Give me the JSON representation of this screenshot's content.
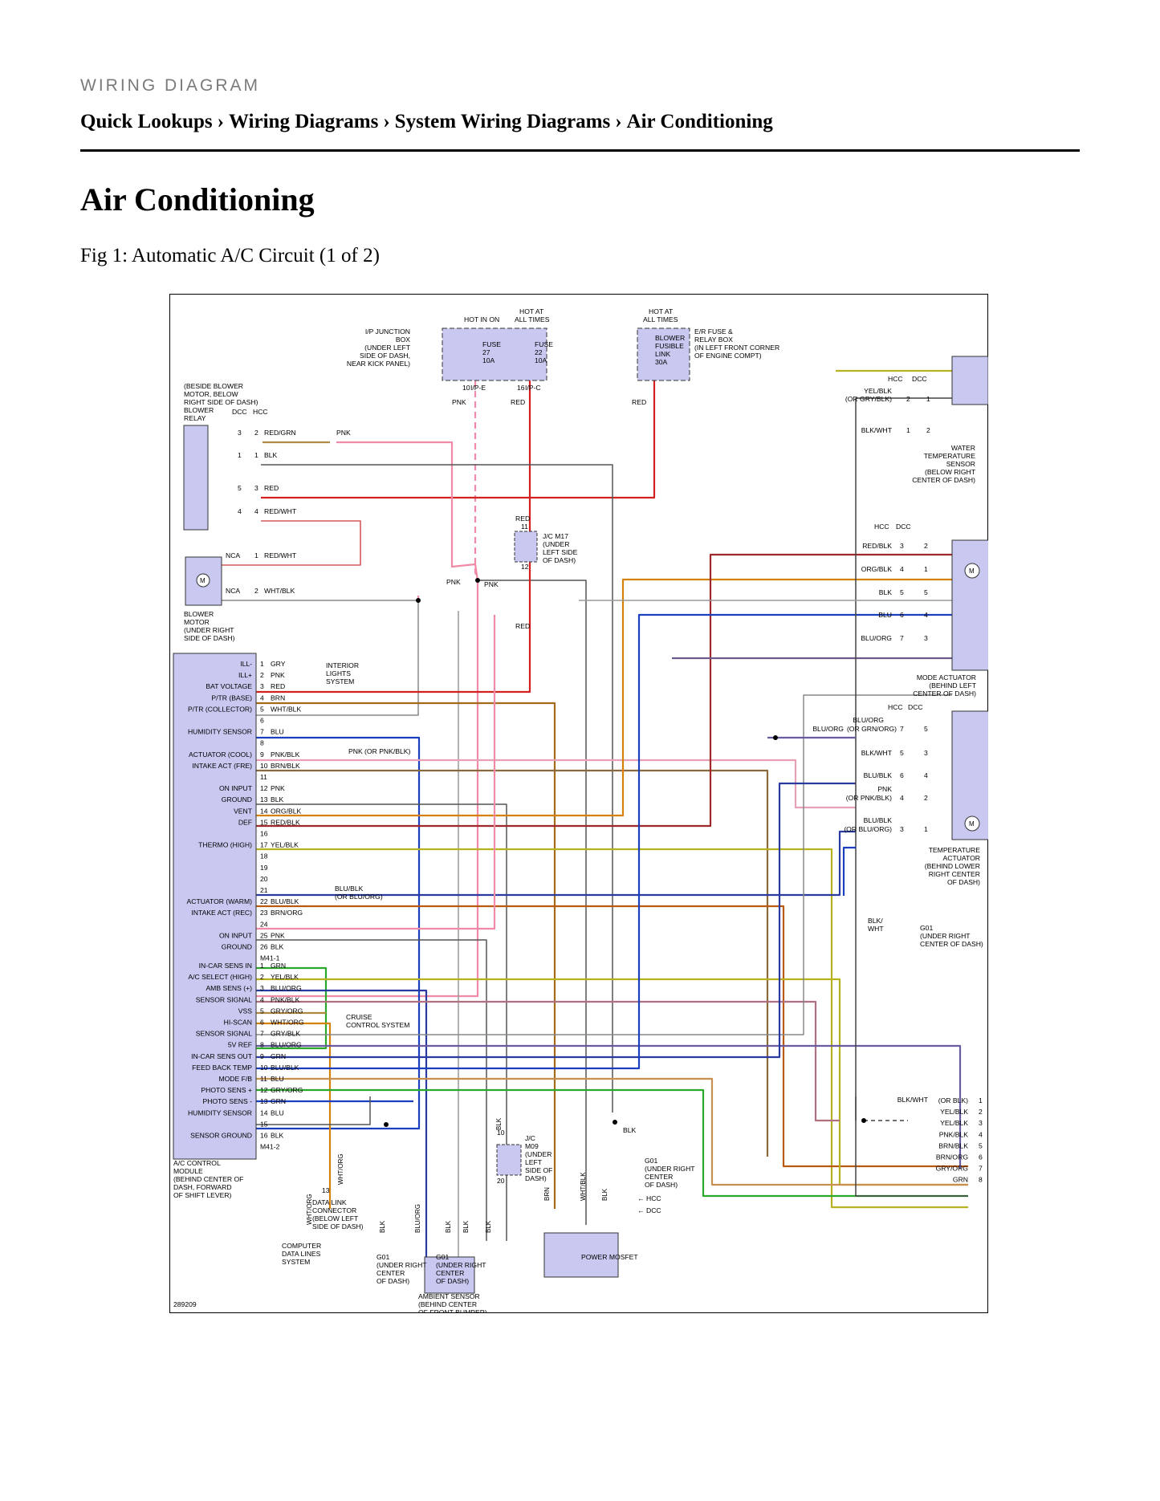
{
  "header": {
    "section": "WIRING DIAGRAM",
    "breadcrumb": [
      "Quick Lookups",
      "Wiring Diagrams",
      "System Wiring Diagrams",
      "Air Conditioning"
    ]
  },
  "page_title": "Air Conditioning",
  "figure": {
    "caption": "Fig 1: Automatic A/C Circuit (1 of 2)",
    "id": "289209"
  },
  "diagram": {
    "power_sources": {
      "hot_in_on": "HOT IN ON",
      "hot_at_all_times_1": [
        "HOT AT",
        "ALL TIMES"
      ],
      "hot_at_all_times_2": [
        "HOT AT",
        "ALL TIMES"
      ],
      "ip_junction_box": [
        "I/P JUNCTION",
        "BOX",
        "(UNDER LEFT",
        "SIDE OF DASH,",
        "NEAR KICK PANEL)"
      ],
      "fuse27": [
        "FUSE",
        "27",
        "10A"
      ],
      "fuse22": [
        "FUSE",
        "22",
        "10A"
      ],
      "blower_link": [
        "BLOWER",
        "FUSIBLE",
        "LINK",
        "30A"
      ],
      "er_box": [
        "E/R FUSE &",
        "RELAY BOX",
        "(IN LEFT FRONT CORNER",
        "OF ENGINE COMPT)"
      ],
      "conn_ipe": [
        "10",
        "I/P-E"
      ],
      "conn_ipc": [
        "16",
        "I/P-C"
      ]
    },
    "blower_relay": [
      "(BESIDE BLOWER",
      "MOTOR, BELOW",
      "RIGHT SIDE OF DASH)",
      "BLOWER",
      "RELAY"
    ],
    "blower_motor": [
      "BLOWER",
      "MOTOR",
      "(UNDER RIGHT",
      "SIDE OF DASH)"
    ],
    "jc_m17": [
      "J/C M17",
      "(UNDER",
      "LEFT SIDE",
      "OF DASH)"
    ],
    "interior_lights": [
      "INTERIOR",
      "LIGHTS",
      "SYSTEM"
    ],
    "cruise": [
      "CRUISE",
      "CONTROL SYSTEM"
    ],
    "water_temp_sensor": [
      "WATER",
      "TEMPERATURE",
      "SENSOR",
      "(BELOW RIGHT",
      "CENTER OF DASH)"
    ],
    "mode_actuator": [
      "MODE ACTUATOR",
      "(BEHIND LEFT",
      "CENTER OF DASH)"
    ],
    "temp_actuator": [
      "TEMPERATURE",
      "ACTUATOR",
      "(BEHIND LOWER",
      "RIGHT CENTER",
      "OF DASH)"
    ],
    "ac_module": [
      "A/C CONTROL",
      "MODULE",
      "(BEHIND CENTER OF",
      "DASH, FORWARD",
      "OF SHIFT LEVER)"
    ],
    "jc_m09": [
      "J/C",
      "M09",
      "(UNDER",
      "LEFT",
      "SIDE OF",
      "DASH)"
    ],
    "dlc": [
      "DATA LINK",
      "CONNECTOR",
      "(BELOW LEFT",
      "SIDE OF DASH)"
    ],
    "computer_lines": [
      "COMPUTER",
      "DATA LINES",
      "SYSTEM"
    ],
    "ambient_sensor": [
      "AMBIENT SENSOR",
      "(BEHIND CENTER",
      "OF FRONT BUMPER)"
    ],
    "power_mosfet": "POWER MOSFET",
    "g01_center": [
      "G01",
      "(UNDER RIGHT",
      "CENTER",
      "OF DASH)"
    ],
    "g01_right": [
      "G01",
      "(UNDER RIGHT",
      "CENTER OF DASH)"
    ],
    "g01_mid": [
      "G01",
      "(UNDER RIGHT",
      "CENTER",
      "OF DASH)"
    ],
    "g01_low": [
      "G01",
      "(UNDER RIGHT",
      "CENTER",
      "OF DASH)"
    ],
    "m41_1_pins": [
      "ILL-",
      "ILL+",
      "BAT VOLTAGE",
      "P/TR (BASE)",
      "P/TR (COLLECTOR)",
      "",
      "HUMIDITY SENSOR",
      "",
      "ACTUATOR (COOL)",
      "INTAKE ACT (FRE)",
      "",
      "ON INPUT",
      "GROUND",
      "VENT",
      "DEF",
      "",
      "THERMO (HIGH)",
      "",
      "",
      "",
      "",
      "ACTUATOR (WARM)",
      "INTAKE ACT (REC)",
      "",
      "ON INPUT",
      "GROUND"
    ],
    "m41_1_wires": [
      "GRY",
      "PNK",
      "RED",
      "BRN",
      "WHT/BLK",
      "",
      "BLU",
      "",
      "PNK/BLK",
      "BRN/BLK",
      "",
      "PNK",
      "BLK",
      "ORG/BLK",
      "RED/BLK",
      "",
      "YEL/BLK",
      "",
      "",
      "",
      "",
      "BLU/BLK",
      "BRN/ORG",
      "",
      "PNK",
      "BLK"
    ],
    "m41_2_pins": [
      "IN-CAR SENS IN",
      "A/C SELECT (HIGH)",
      "AMB SENS (+)",
      "SENSOR SIGNAL",
      "VSS",
      "HI-SCAN",
      "SENSOR SIGNAL",
      "5V REF",
      "IN-CAR SENS OUT",
      "FEED BACK TEMP",
      "MODE F/B",
      "PHOTO SENS +",
      "PHOTO SENS -",
      "HUMIDITY SENSOR",
      "",
      "SENSOR GROUND"
    ],
    "m41_2_wires": [
      "GRN",
      "YEL/BLK",
      "BLU/ORG",
      "PNK/BLK",
      "GRY/ORG",
      "WHT/ORG",
      "GRY/BLK",
      "BLU/ORG",
      "GRN",
      "BLU/BLK",
      "BLU",
      "GRY/ORG",
      "GRN",
      "BLU",
      "",
      "BLK"
    ],
    "m41_1_label": "M41-1",
    "m41_2_label": "M41-2",
    "right_bundle": [
      "(OR BLK)",
      "YEL/BLK",
      "YEL/BLK",
      "PNK/BLK",
      "BRN/BLK",
      "BRN/ORG",
      "GRY/ORG",
      "GRN"
    ],
    "right_bundle_blkwht": "BLK/WHT",
    "mode_wires": [
      "RED/BLK",
      "ORG/BLK",
      "BLK",
      "BLU",
      "BLU/ORG"
    ],
    "hcc": "HCC",
    "dcc": "DCC",
    "nca": "NCA"
  }
}
